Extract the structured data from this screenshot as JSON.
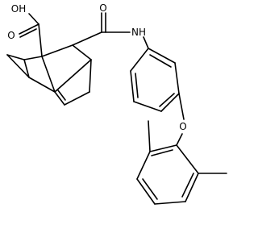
{
  "molecule": {
    "atom_labels": {
      "carboxylic_acid_oh": "OH",
      "carboxylic_acid_o": "O",
      "amide_o": "O",
      "amide_nh": "NH",
      "ether_o": "O"
    }
  }
}
